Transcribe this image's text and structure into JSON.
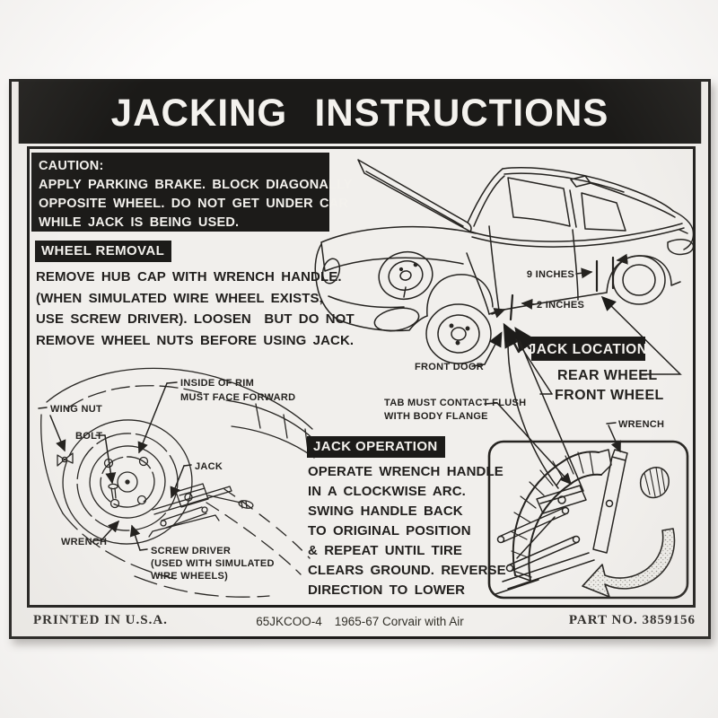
{
  "decal": {
    "title": "JACKING INSTRUCTIONS",
    "caution": {
      "heading": "CAUTION:",
      "lines": [
        "APPLY PARKING BRAKE. BLOCK DIAGONALLY",
        "OPPOSITE WHEEL. DO NOT GET UNDER CAR",
        "WHILE JACK IS BEING USED."
      ]
    },
    "wheel_removal": {
      "heading": "WHEEL REMOVAL",
      "lines": [
        "REMOVE HUB CAP WITH WRENCH HANDLE.",
        "(WHEN SIMULATED WIRE WHEEL EXISTS,",
        "USE SCREW DRIVER). LOOSEN  BUT DO NOT",
        "REMOVE WHEEL NUTS BEFORE USING JACK."
      ]
    },
    "jack_operation": {
      "heading": "JACK OPERATION",
      "lines": [
        "OPERATE WRENCH HANDLE",
        "IN A CLOCKWISE ARC.",
        "SWING HANDLE BACK",
        "TO ORIGINAL POSITION",
        "& REPEAT UNTIL TIRE",
        "CLEARS GROUND. REVERSE",
        "DIRECTION TO LOWER"
      ]
    },
    "car_diagram": {
      "nine_inches": "9 INCHES",
      "two_inches": "2 INCHES",
      "front_door": "FRONT DOOR",
      "jack_location": "JACK LOCATION",
      "rear_wheel": "REAR WHEEL",
      "front_wheel": "FRONT WHEEL",
      "tab_flush_1": "TAB MUST CONTACT FLUSH",
      "tab_flush_2": "WITH BODY FLANGE"
    },
    "wheel_diagram": {
      "wing_nut": "WING NUT",
      "bolt": "BOLT",
      "inside_rim_1": "INSIDE OF RIM",
      "inside_rim_2": "MUST FACE FORWARD",
      "jack": "JACK",
      "wrench": "WRENCH",
      "screw_driver_1": "SCREW DRIVER",
      "screw_driver_2": "(USED WITH SIMULATED",
      "screw_driver_3": "WIRE WHEELS)"
    },
    "jack_diagram": {
      "wrench": "WRENCH"
    },
    "footer": {
      "printed": "PRINTED IN U.S.A.",
      "code": "65JKCOO-4",
      "model": "1965-67 Corvair with Air",
      "part_no": "PART NO. 3859156"
    }
  },
  "colors": {
    "paper": "#f1efec",
    "ink": "#1d1c1a",
    "background": "#fdfcfb"
  }
}
